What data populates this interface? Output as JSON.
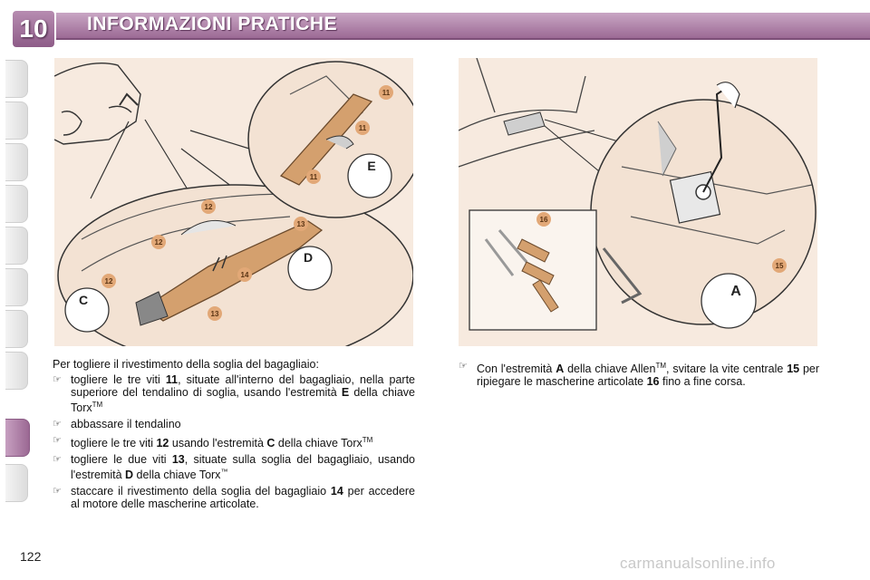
{
  "header": {
    "chapter": "10",
    "title": "INFORMAZIONI PRATICHE"
  },
  "left": {
    "intro": "Per togliere il rivestimento della soglia del bagagliaio:",
    "bullets": [
      {
        "pre": "togliere le tre viti ",
        "bold": "11",
        "post": ", situate all'interno del bagagliaio, nella parte superiore del tendalino di soglia, usando l'estremità ",
        "bold2": "E",
        "post2": " della chiave Torx",
        "sup": "TM"
      },
      {
        "pre": "abbassare il tendalino"
      },
      {
        "pre": "togliere le tre viti ",
        "bold": "12",
        "post": " usando l'estremità ",
        "bold2": "C",
        "post2": " della chiave Torx",
        "sup": "TM"
      },
      {
        "pre": "togliere le due viti ",
        "bold": "13",
        "post": ", situate sulla soglia del bagagliaio, usando l'estremità ",
        "bold2": "D",
        "post2": " della chiave Torx",
        "sup": "™"
      },
      {
        "pre": "staccare il rivestimento della soglia del bagagliaio ",
        "bold": "14",
        "post": " per accedere al motore delle mascherine articolate."
      }
    ]
  },
  "right": {
    "bullets": [
      {
        "pre": "Con l'estremità ",
        "bold": "A",
        "post": " della chiave Allen",
        "sup": "TM",
        "post2": ", svitare la vite centrale ",
        "bold2": "15",
        "post3": " per ripiegare le mascherine articolate ",
        "bold3": "16",
        "post4": " fino a fine corsa."
      }
    ]
  },
  "illustration_left": {
    "callouts": [
      "11",
      "11",
      "11",
      "E",
      "12",
      "12",
      "12",
      "13",
      "13",
      "14",
      "C",
      "D"
    ]
  },
  "illustration_right": {
    "callouts": [
      "16",
      "15",
      "A"
    ]
  },
  "page_number": "122",
  "watermark": "carmanualsonline.info",
  "colors": {
    "header": "#9c6a95",
    "illustration_bg": "#f7eadf",
    "part_fill": "#d4a06e"
  }
}
